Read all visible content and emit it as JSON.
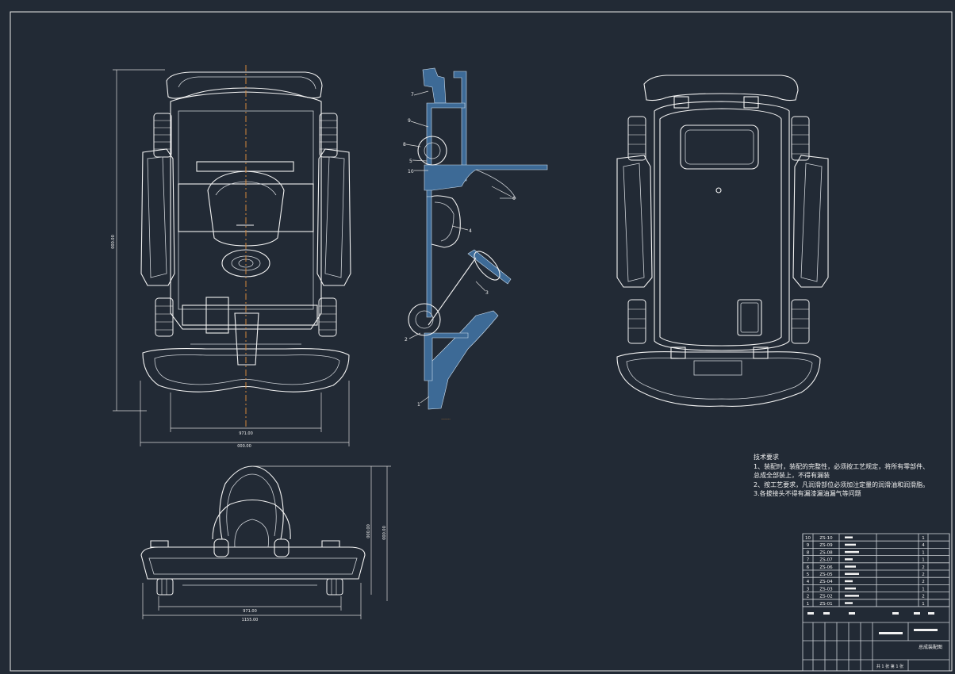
{
  "technical_notes": {
    "heading": "技术要求",
    "items": [
      "1、装配时，装配的完整性，必须按工艺规定，将所有零部件、",
      "总成全部装上，不得有漏装",
      "2、按工艺要求，凡润滑部位必须加注定量的润滑油和润滑脂。",
      "3.各拔接头不得有漏漆漏油漏气等问题"
    ]
  },
  "dimensions": {
    "front_length": "000.00",
    "front_inner_width": "971.00",
    "front_outer_width": "000.00",
    "bottom_inner_width": "971.00",
    "bottom_outer_width": "1155.00",
    "bottom_height_a": "000.00",
    "bottom_height_b": "000.00"
  },
  "side_view": {
    "callouts": [
      "7",
      "9",
      "8",
      "5",
      "10",
      "6",
      "4",
      "3",
      "2",
      "1"
    ],
    "caption": "--------"
  },
  "parts_list": [
    {
      "no": "10",
      "code": "ZS-10",
      "qty": "1"
    },
    {
      "no": "9",
      "code": "ZS-09",
      "qty": "4"
    },
    {
      "no": "8",
      "code": "ZS-08",
      "qty": "1"
    },
    {
      "no": "7",
      "code": "ZS-07",
      "qty": "1"
    },
    {
      "no": "6",
      "code": "ZS-06",
      "qty": "2"
    },
    {
      "no": "5",
      "code": "ZS-05",
      "qty": "2"
    },
    {
      "no": "4",
      "code": "ZS-04",
      "qty": "2"
    },
    {
      "no": "3",
      "code": "ZS-03",
      "qty": "1"
    },
    {
      "no": "2",
      "code": "ZS-02",
      "qty": "2"
    },
    {
      "no": "1",
      "code": "ZS-01",
      "qty": "1"
    }
  ],
  "title_block": {
    "drawing_name": "总成装配图",
    "sheet_info": "共 1 张 第 1 张"
  },
  "colors": {
    "background": "#222a35",
    "line": "#f2f2f2",
    "centerline": "#d2873a",
    "section_fill": "#3d6a96"
  }
}
